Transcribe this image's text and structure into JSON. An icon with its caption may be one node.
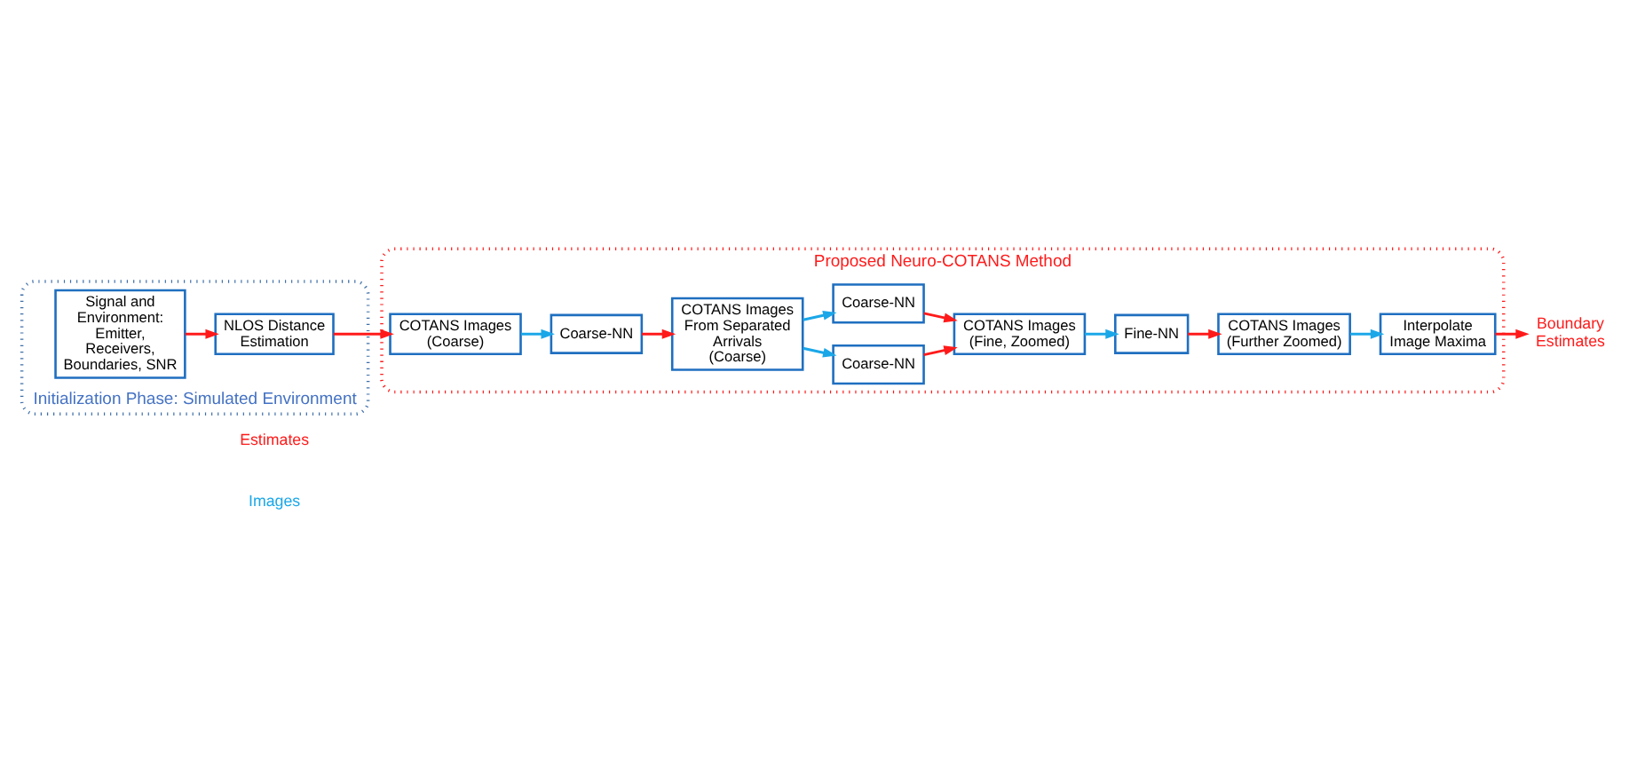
{
  "diagram": {
    "nodes": [
      {
        "text": [
          "Initialization Phase: Simulated Environment"
        ]
      },
      {
        "text": [
          "Signal and Environment: Emitter, Receivers, Boundaries, SNR"
        ],
        "in": 0
      },
      {
        "text": [
          "NLOS Distance Estimation"
        ],
        "in": 0
      },
      {
        "text": [
          "Proposed Neuro-COTANS Method"
        ]
      },
      {
        "text": [
          "COTANS Images (Coarse)"
        ],
        "in": 3
      },
      {
        "text": [
          "Coarse-NN"
        ],
        "in": 3
      },
      {
        "text": [
          "COTANS Images From Separated Arrivals (Coarse)"
        ],
        "in": 3
      },
      {
        "text": [
          "Coarse-NN"
        ],
        "in": 3
      },
      {
        "text": [
          "Coarse-NN"
        ],
        "in": 3
      },
      {
        "text": [
          "COTANS Images (Fine, Zoomed)"
        ],
        "in": 3
      },
      {
        "text": [
          "Fine-NN"
        ],
        "in": 3
      },
      {
        "text": [
          "COTANS Images (Further Zoomed)"
        ],
        "in": 3
      },
      {
        "text": [
          "Interpolate Image Maxima"
        ],
        "in": 3
      },
      {
        "text": [
          "Boundary Estimates"
        ]
      }
    ],
    "edges": [
      {
        "from": 1,
        "to": 2,
        "arrow": "to"
      },
      {
        "from": 2,
        "to": 4,
        "arrow": "to"
      },
      {
        "from": 4,
        "to": 5,
        "arrow": "to",
        "color": "#1aa7e8"
      },
      {
        "from": 5,
        "to": 6,
        "arrow": "to"
      },
      {
        "from": 6,
        "to": 7,
        "arrow": "to",
        "color": "#1aa7e8"
      },
      {
        "from": 6,
        "to": 8,
        "arrow": "to",
        "color": "#1aa7e8"
      },
      {
        "from": 7,
        "to": 9,
        "arrow": "to"
      },
      {
        "from": 8,
        "to": 9,
        "arrow": "to"
      },
      {
        "from": 9,
        "to": 10,
        "arrow": "to",
        "color": "#1aa7e8"
      },
      {
        "from": 10,
        "to": 11,
        "arrow": "to"
      },
      {
        "from": 11,
        "to": 12,
        "arrow": "to",
        "color": "#1aa7e8"
      },
      {
        "from": 12,
        "to": 13,
        "arrow": "to"
      }
    ],
    "legend": [
      {
        "text": "Estimates"
      },
      {
        "text": "Images"
      }
    ]
  }
}
